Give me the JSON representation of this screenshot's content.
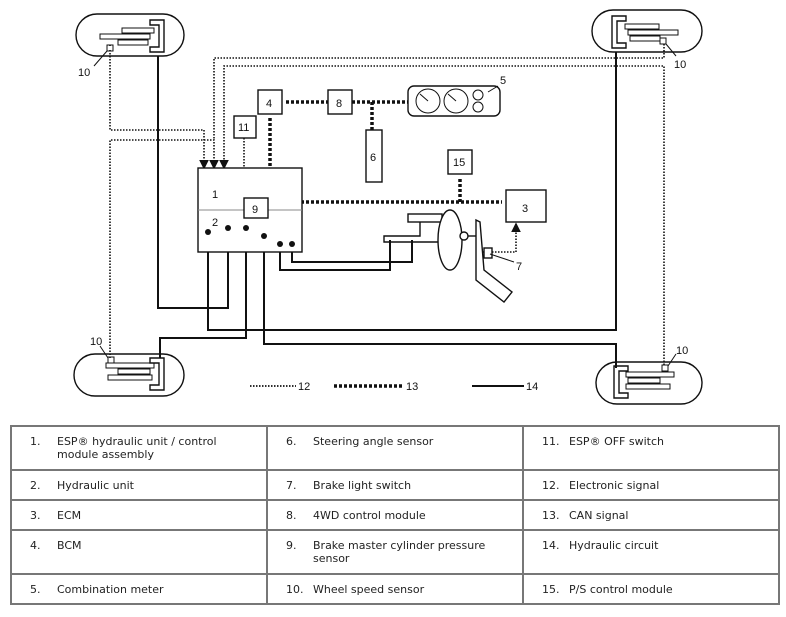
{
  "diagram": {
    "callouts": [
      "1",
      "2",
      "3",
      "4",
      "5",
      "6",
      "7",
      "8",
      "9",
      "10",
      "11",
      "12",
      "13",
      "14",
      "15"
    ]
  },
  "legend": {
    "rows": [
      [
        {
          "num": "1.",
          "text": "ESP® hydraulic unit / control module assembly"
        },
        {
          "num": "6.",
          "text": "Steering angle sensor"
        },
        {
          "num": "11.",
          "text": "ESP® OFF switch"
        }
      ],
      [
        {
          "num": "2.",
          "text": "Hydraulic unit"
        },
        {
          "num": "7.",
          "text": "Brake light switch"
        },
        {
          "num": "12.",
          "text": "Electronic signal"
        }
      ],
      [
        {
          "num": "3.",
          "text": "ECM"
        },
        {
          "num": "8.",
          "text": "4WD control module"
        },
        {
          "num": "13.",
          "text": "CAN signal"
        }
      ],
      [
        {
          "num": "4.",
          "text": "BCM"
        },
        {
          "num": "9.",
          "text": "Brake master cylinder pressure sensor"
        },
        {
          "num": "14.",
          "text": "Hydraulic circuit"
        }
      ],
      [
        {
          "num": "5.",
          "text": "Combination meter"
        },
        {
          "num": "10.",
          "text": "Wheel speed sensor"
        },
        {
          "num": "15.",
          "text": "P/S control module"
        }
      ]
    ]
  }
}
